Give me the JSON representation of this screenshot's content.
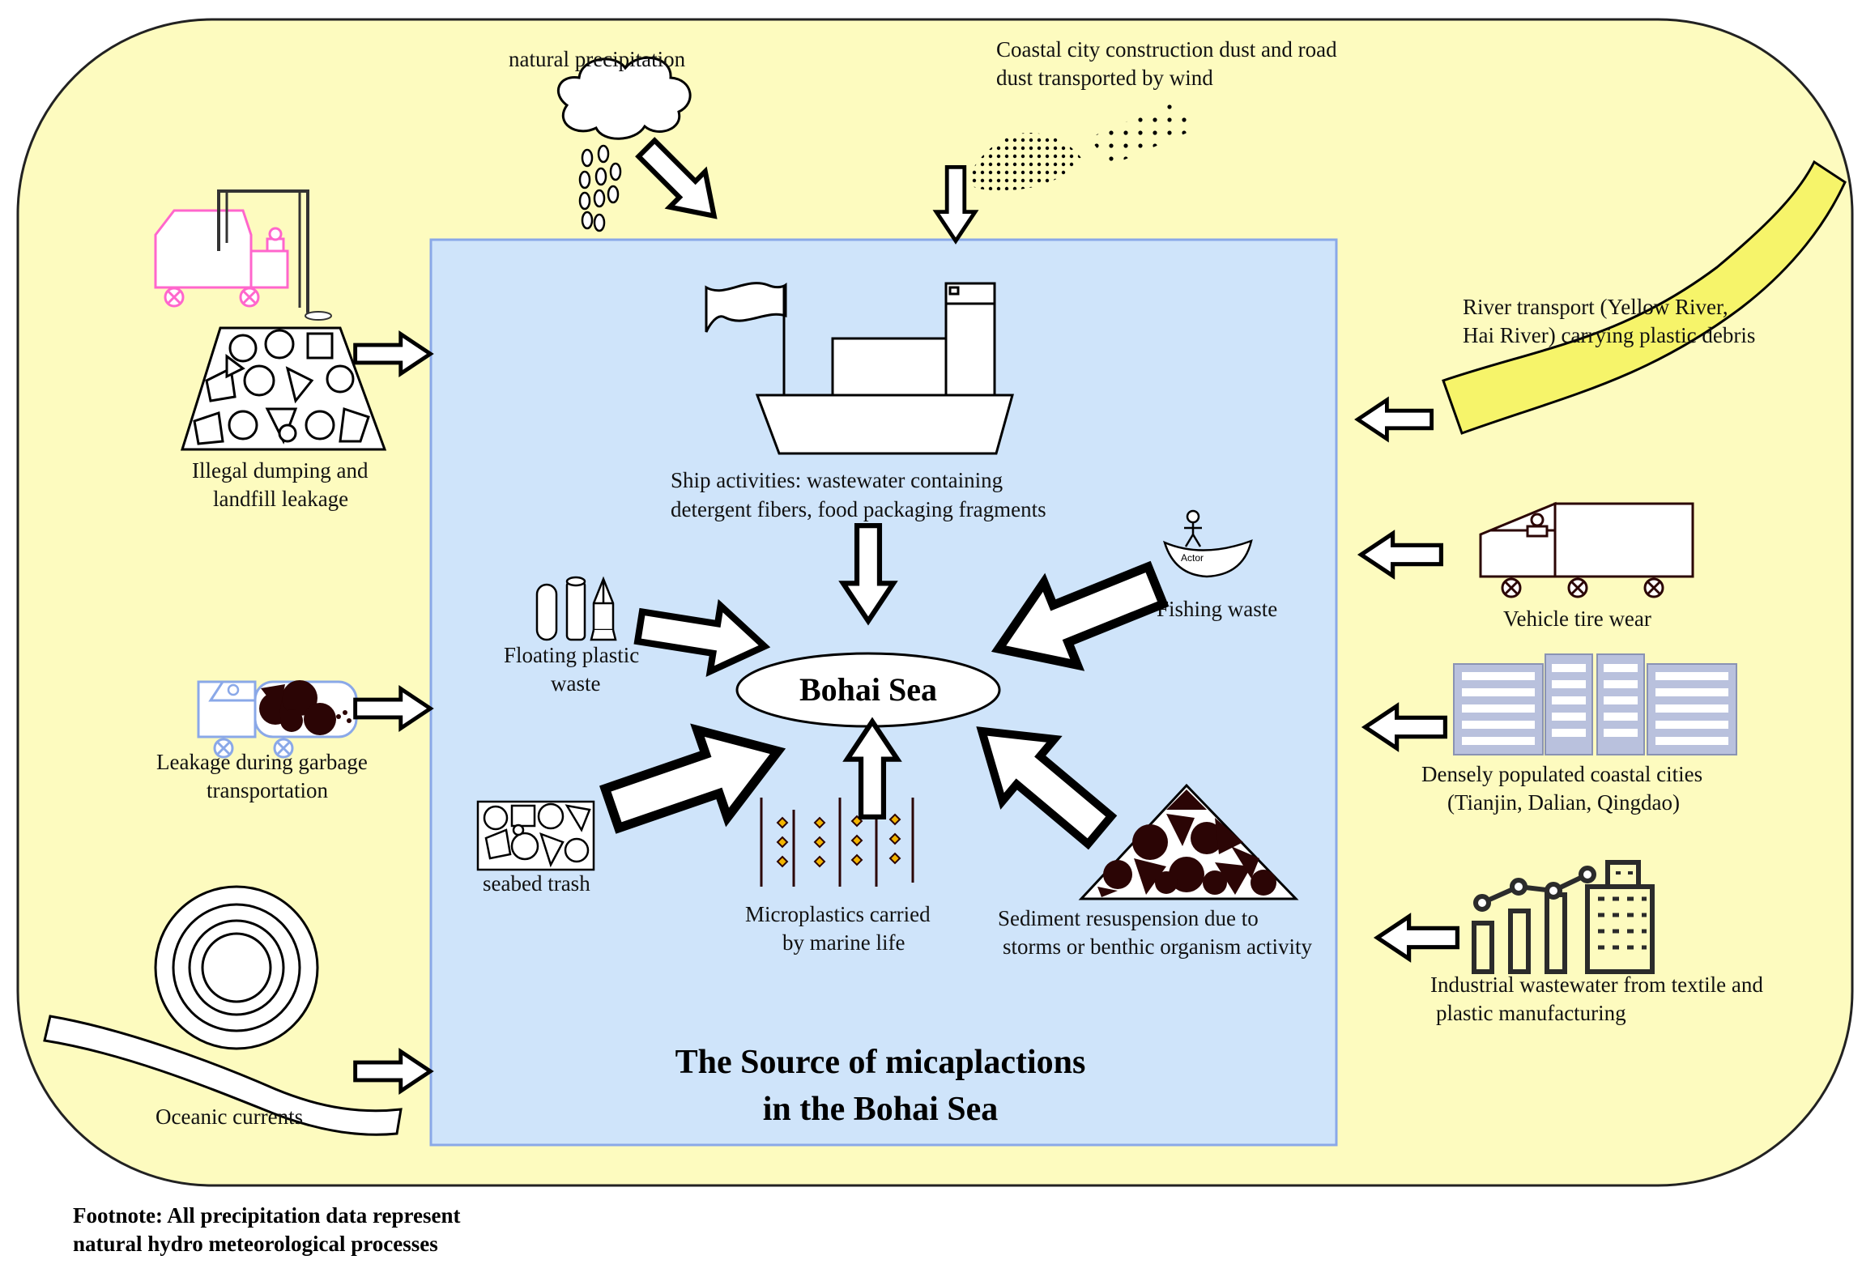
{
  "title": {
    "line1": "The Source of micaplactions",
    "line2": "in the Bohai Sea"
  },
  "center": {
    "label": "Bohai Sea"
  },
  "outer_sources": {
    "natural_precipitation": "natural precipitation",
    "dust": {
      "line1": "Coastal city construction dust and road",
      "line2": "dust transported by wind"
    },
    "illegal_dumping": {
      "line1": "Illegal dumping and",
      "line2": "landfill leakage"
    },
    "river_transport": {
      "line1": "River transport (Yellow River,",
      "line2": "Hai River) carrying plastic debris"
    },
    "vehicle_tire": "Vehicle tire wear",
    "garbage_leakage": {
      "line1": "Leakage during garbage",
      "line2": "transportation"
    },
    "coastal_cities": {
      "line1": "Densely populated coastal cities",
      "line2": "(Tianjin, Dalian, Qingdao)"
    },
    "oceanic_currents": "Oceanic currents",
    "industrial": {
      "line1": "Industrial wastewater from textile and",
      "line2": "plastic manufacturing"
    }
  },
  "inner_sources": {
    "ship": {
      "line1": "Ship activities: wastewater containing",
      "line2": "detergent fibers, food packaging fragments"
    },
    "fishing": "Fishing waste",
    "actor": "Actor",
    "floating": {
      "line1": "Floating plastic",
      "line2": "waste"
    },
    "seabed": "seabed trash",
    "marine_life": {
      "line1": "Microplastics carried",
      "line2": "by marine life"
    },
    "sediment": {
      "line1": "Sediment resuspension due to",
      "line2": "storms or benthic organism activity"
    }
  },
  "footnote": {
    "line1": "Footnote: All precipitation data represent",
    "line2": "natural hydro meteorological processes"
  },
  "colors": {
    "background": "#fdfbbf",
    "sea_panel": "#cfe4fa",
    "sea_border": "#8aa8e8",
    "river": "#f6f46a",
    "dark_debris": "#2b0505",
    "truck_pink": "#ff66cc",
    "building": "#9aa5c6"
  }
}
